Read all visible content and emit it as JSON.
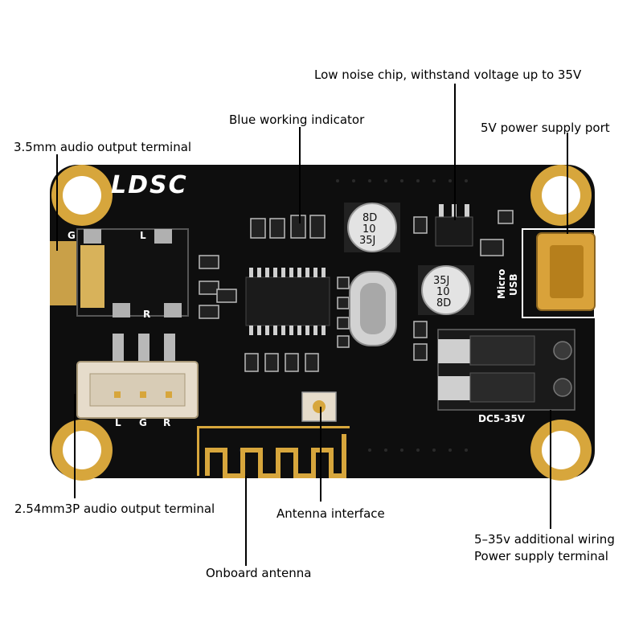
{
  "labels": {
    "chip": "Low noise chip, withstand voltage up to 35V",
    "indicator": "Blue working indicator",
    "power_port": "5V power supply port",
    "audio35": "3.5mm audio output terminal",
    "audio254": "2.54mm3P audio output terminal",
    "antenna_if": "Antenna interface",
    "wiring1": "5–35v additional wiring",
    "wiring2": "Power supply terminal",
    "onboard": "Onboard antenna"
  },
  "silkscreen": {
    "brand": "LDSC",
    "usb1": "Micro",
    "usb2": "USB",
    "dc": "DC5-35V",
    "cap_top": [
      "8D",
      "10",
      "35J"
    ],
    "cap_bot": [
      "35J",
      "10",
      "8D"
    ],
    "jack_g": "G",
    "jack_l": "L",
    "jack_r": "R",
    "hdr_l": "L",
    "hdr_g": "G",
    "hdr_r": "R"
  },
  "colors": {
    "pcb": "#0e0e0e",
    "gold": "#d7a63c",
    "silk": "#ffffff"
  }
}
